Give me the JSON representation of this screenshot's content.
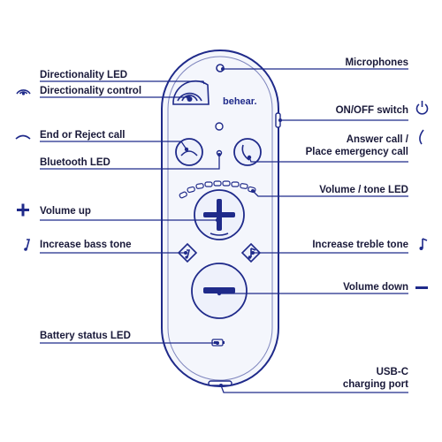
{
  "brand": "behear.",
  "colors": {
    "ink": "#1f2a8a",
    "fill": "#eef1fb",
    "text": "#1a1a3a"
  },
  "labels": {
    "directionality_led": "Directionality LED",
    "directionality_control": "Directionality control",
    "end_reject_call": "End or Reject call",
    "bluetooth_led": "Bluetooth LED",
    "volume_up": "Volume up",
    "increase_bass_tone": "Increase bass tone",
    "battery_status_led": "Battery status LED",
    "microphones": "Microphones",
    "on_off_switch": "ON/OFF switch",
    "answer_call_line1": "Answer call /",
    "answer_call_line2": "Place emergency call",
    "volume_tone_led": "Volume / tone LED",
    "increase_treble_tone": "Increase treble tone",
    "volume_down": "Volume down",
    "usbc_line1": "USB-C",
    "usbc_line2": "charging port"
  },
  "icons": {
    "directionality": "wifi-arc-icon",
    "end_call": "phone-hangup-icon",
    "volume_up": "plus-icon",
    "bass": "bass-note-icon",
    "power": "power-icon",
    "answer_call": "phone-icon",
    "treble": "music-note-icon",
    "volume_down": "minus-icon"
  }
}
